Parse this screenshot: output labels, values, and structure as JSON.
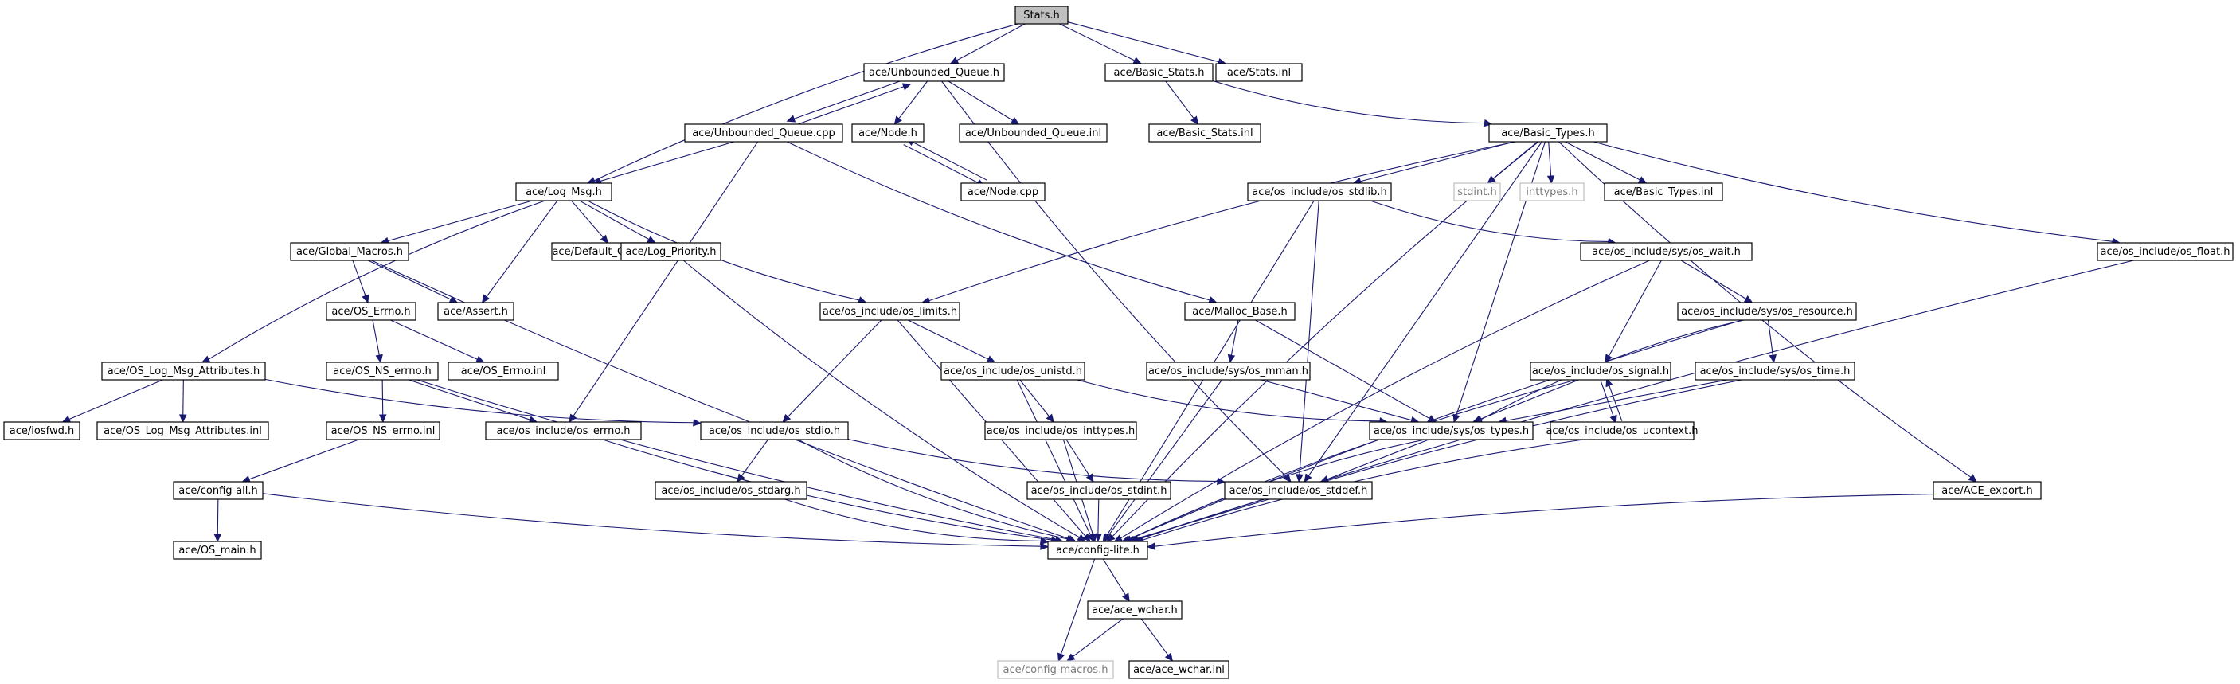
{
  "graph": {
    "colors": {
      "edge": "#191970",
      "root_fill": "#bfbfbf",
      "node_fill": "#ffffff",
      "external_text": "#7a7a7a"
    },
    "nodes": [
      {
        "id": "stats_h",
        "label": "Stats.h",
        "kind": "root"
      },
      {
        "id": "unbounded_queue_h",
        "label": "ace/Unbounded_Queue.h"
      },
      {
        "id": "basic_stats_h",
        "label": "ace/Basic_Stats.h"
      },
      {
        "id": "stats_inl",
        "label": "ace/Stats.inl"
      },
      {
        "id": "unbounded_queue_cpp",
        "label": "ace/Unbounded_Queue.cpp"
      },
      {
        "id": "node_h",
        "label": "ace/Node.h"
      },
      {
        "id": "unbounded_queue_inl",
        "label": "ace/Unbounded_Queue.inl"
      },
      {
        "id": "basic_stats_inl",
        "label": "ace/Basic_Stats.inl"
      },
      {
        "id": "basic_types_h",
        "label": "ace/Basic_Types.h"
      },
      {
        "id": "node_cpp",
        "label": "ace/Node.cpp"
      },
      {
        "id": "log_msg_h",
        "label": "ace/Log_Msg.h"
      },
      {
        "id": "os_stdlib_h",
        "label": "ace/os_include/os_stdlib.h"
      },
      {
        "id": "stdint_h",
        "label": "stdint.h",
        "kind": "external"
      },
      {
        "id": "inttypes_h",
        "label": "inttypes.h",
        "kind": "external"
      },
      {
        "id": "basic_types_inl",
        "label": "ace/Basic_Types.inl"
      },
      {
        "id": "global_macros_h",
        "label": "ace/Global_Macros.h"
      },
      {
        "id": "default_constants_h",
        "label": "ace/Default_Constants.h"
      },
      {
        "id": "log_priority_h",
        "label": "ace/Log_Priority.h"
      },
      {
        "id": "os_wait_h",
        "label": "ace/os_include/sys/os_wait.h"
      },
      {
        "id": "os_float_h",
        "label": "ace/os_include/os_float.h"
      },
      {
        "id": "os_errno_h",
        "label": "ace/OS_Errno.h"
      },
      {
        "id": "assert_h",
        "label": "ace/Assert.h"
      },
      {
        "id": "os_limits_h",
        "label": "ace/os_include/os_limits.h"
      },
      {
        "id": "malloc_base_h",
        "label": "ace/Malloc_Base.h"
      },
      {
        "id": "os_resource_h",
        "label": "ace/os_include/sys/os_resource.h"
      },
      {
        "id": "os_log_msg_attributes_h",
        "label": "ace/OS_Log_Msg_Attributes.h"
      },
      {
        "id": "os_ns_errno_h",
        "label": "ace/OS_NS_errno.h"
      },
      {
        "id": "os_errno_inl",
        "label": "ace/OS_Errno.inl"
      },
      {
        "id": "os_unistd_h",
        "label": "ace/os_include/os_unistd.h"
      },
      {
        "id": "os_mman_h",
        "label": "ace/os_include/sys/os_mman.h"
      },
      {
        "id": "os_signal_h",
        "label": "ace/os_include/os_signal.h"
      },
      {
        "id": "os_time_h",
        "label": "ace/os_include/sys/os_time.h"
      },
      {
        "id": "iosfwd_h",
        "label": "ace/iosfwd.h"
      },
      {
        "id": "os_log_msg_attributes_inl",
        "label": "ace/OS_Log_Msg_Attributes.inl"
      },
      {
        "id": "os_ns_errno_inl",
        "label": "ace/OS_NS_errno.inl"
      },
      {
        "id": "os_include_errno_h",
        "label": "ace/os_include/os_errno.h"
      },
      {
        "id": "os_stdio_h",
        "label": "ace/os_include/os_stdio.h"
      },
      {
        "id": "os_inttypes_h",
        "label": "ace/os_include/os_inttypes.h"
      },
      {
        "id": "os_types_h",
        "label": "ace/os_include/sys/os_types.h"
      },
      {
        "id": "os_ucontext_h",
        "label": "ace/os_include/os_ucontext.h"
      },
      {
        "id": "config_all_h",
        "label": "ace/config-all.h"
      },
      {
        "id": "os_stdarg_h",
        "label": "ace/os_include/os_stdarg.h"
      },
      {
        "id": "os_stdint_h",
        "label": "ace/os_include/os_stdint.h"
      },
      {
        "id": "os_stddef_h",
        "label": "ace/os_include/os_stddef.h"
      },
      {
        "id": "ace_export_h",
        "label": "ace/ACE_export.h"
      },
      {
        "id": "os_main_h",
        "label": "ace/OS_main.h"
      },
      {
        "id": "config_lite_h",
        "label": "ace/config-lite.h"
      },
      {
        "id": "ace_wchar_h",
        "label": "ace/ace_wchar.h"
      },
      {
        "id": "config_macros_h",
        "label": "ace/config-macros.h",
        "kind": "external"
      },
      {
        "id": "ace_wchar_inl",
        "label": "ace/ace_wchar.inl"
      }
    ],
    "edges": [
      [
        "stats_h",
        "unbounded_queue_h"
      ],
      [
        "stats_h",
        "basic_stats_h"
      ],
      [
        "stats_h",
        "stats_inl"
      ],
      [
        "stats_h",
        "log_msg_h"
      ],
      [
        "unbounded_queue_h",
        "unbounded_queue_cpp"
      ],
      [
        "unbounded_queue_h",
        "node_h"
      ],
      [
        "unbounded_queue_h",
        "unbounded_queue_inl"
      ],
      [
        "unbounded_queue_h",
        "os_stddef_h"
      ],
      [
        "unbounded_queue_cpp",
        "unbounded_queue_h"
      ],
      [
        "unbounded_queue_cpp",
        "log_msg_h"
      ],
      [
        "unbounded_queue_cpp",
        "malloc_base_h"
      ],
      [
        "unbounded_queue_cpp",
        "os_include_errno_h"
      ],
      [
        "node_h",
        "node_cpp"
      ],
      [
        "node_cpp",
        "node_h"
      ],
      [
        "basic_stats_h",
        "basic_stats_inl"
      ],
      [
        "basic_stats_h",
        "basic_types_h"
      ],
      [
        "basic_types_h",
        "os_limits_h"
      ],
      [
        "basic_types_h",
        "os_stdlib_h"
      ],
      [
        "basic_types_h",
        "stdint_h"
      ],
      [
        "basic_types_h",
        "inttypes_h"
      ],
      [
        "basic_types_h",
        "basic_types_inl"
      ],
      [
        "basic_types_h",
        "os_float_h"
      ],
      [
        "basic_types_h",
        "ace_export_h"
      ],
      [
        "basic_types_h",
        "config_lite_h"
      ],
      [
        "basic_types_h",
        "os_types_h"
      ],
      [
        "basic_types_h",
        "os_stddef_h"
      ],
      [
        "log_msg_h",
        "global_macros_h"
      ],
      [
        "log_msg_h",
        "default_constants_h"
      ],
      [
        "log_msg_h",
        "log_priority_h"
      ],
      [
        "log_msg_h",
        "assert_h"
      ],
      [
        "log_msg_h",
        "os_limits_h"
      ],
      [
        "log_msg_h",
        "os_log_msg_attributes_h"
      ],
      [
        "global_macros_h",
        "os_errno_h"
      ],
      [
        "global_macros_h",
        "assert_h"
      ],
      [
        "global_macros_h",
        "config_lite_h"
      ],
      [
        "log_priority_h",
        "config_lite_h"
      ],
      [
        "os_errno_h",
        "os_ns_errno_h"
      ],
      [
        "os_errno_h",
        "os_errno_inl"
      ],
      [
        "os_ns_errno_h",
        "os_ns_errno_inl"
      ],
      [
        "os_ns_errno_h",
        "os_include_errno_h"
      ],
      [
        "os_ns_errno_h",
        "config_lite_h"
      ],
      [
        "os_ns_errno_inl",
        "config_all_h"
      ],
      [
        "os_log_msg_attributes_h",
        "iosfwd_h"
      ],
      [
        "os_log_msg_attributes_h",
        "os_log_msg_attributes_inl"
      ],
      [
        "os_log_msg_attributes_h",
        "os_stdio_h"
      ],
      [
        "os_stdlib_h",
        "os_wait_h"
      ],
      [
        "os_stdlib_h",
        "config_lite_h"
      ],
      [
        "os_stdlib_h",
        "os_stddef_h"
      ],
      [
        "os_wait_h",
        "os_resource_h"
      ],
      [
        "os_wait_h",
        "os_signal_h"
      ],
      [
        "os_wait_h",
        "config_lite_h"
      ],
      [
        "os_resource_h",
        "os_time_h"
      ],
      [
        "os_resource_h",
        "os_types_h"
      ],
      [
        "os_resource_h",
        "config_lite_h"
      ],
      [
        "os_time_h",
        "os_types_h"
      ],
      [
        "os_time_h",
        "config_lite_h"
      ],
      [
        "os_signal_h",
        "os_types_h"
      ],
      [
        "os_signal_h",
        "os_ucontext_h"
      ],
      [
        "os_signal_h",
        "config_lite_h"
      ],
      [
        "os_ucontext_h",
        "os_signal_h"
      ],
      [
        "os_ucontext_h",
        "config_lite_h"
      ],
      [
        "os_limits_h",
        "os_unistd_h"
      ],
      [
        "os_limits_h",
        "os_stdio_h"
      ],
      [
        "os_limits_h",
        "config_lite_h"
      ],
      [
        "os_unistd_h",
        "os_inttypes_h"
      ],
      [
        "os_unistd_h",
        "os_types_h"
      ],
      [
        "os_unistd_h",
        "config_lite_h"
      ],
      [
        "os_inttypes_h",
        "os_stdint_h"
      ],
      [
        "os_inttypes_h",
        "config_lite_h"
      ],
      [
        "os_stdint_h",
        "config_lite_h"
      ],
      [
        "malloc_base_h",
        "os_mman_h"
      ],
      [
        "malloc_base_h",
        "os_types_h"
      ],
      [
        "os_mman_h",
        "os_types_h"
      ],
      [
        "os_mman_h",
        "config_lite_h"
      ],
      [
        "os_types_h",
        "os_stddef_h"
      ],
      [
        "os_types_h",
        "config_lite_h"
      ],
      [
        "os_stdio_h",
        "os_stdarg_h"
      ],
      [
        "os_stdio_h",
        "os_stddef_h"
      ],
      [
        "os_stdio_h",
        "config_lite_h"
      ],
      [
        "os_stdarg_h",
        "config_lite_h"
      ],
      [
        "os_include_errno_h",
        "config_lite_h"
      ],
      [
        "os_stddef_h",
        "config_lite_h"
      ],
      [
        "config_all_h",
        "os_main_h"
      ],
      [
        "config_all_h",
        "config_lite_h"
      ],
      [
        "ace_export_h",
        "config_lite_h"
      ],
      [
        "os_float_h",
        "config_lite_h"
      ],
      [
        "config_lite_h",
        "ace_wchar_h"
      ],
      [
        "config_lite_h",
        "config_macros_h"
      ],
      [
        "ace_wchar_h",
        "config_macros_h"
      ],
      [
        "ace_wchar_h",
        "ace_wchar_inl"
      ]
    ]
  }
}
